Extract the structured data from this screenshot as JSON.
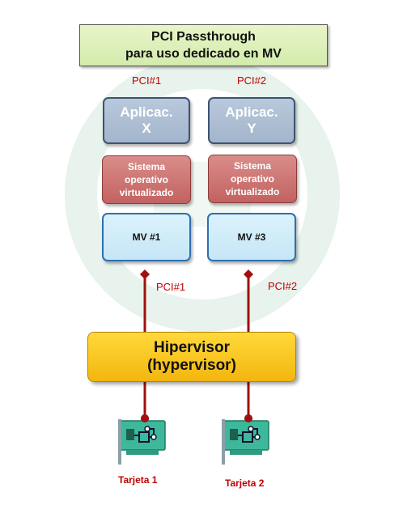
{
  "title": {
    "line1": "PCI Passthrough",
    "line2": "para uso dedicado en MV"
  },
  "columns": [
    {
      "pci_top": "PCI#1",
      "app_line1": "Aplicac.",
      "app_line2": "X",
      "os_line1": "Sistema",
      "os_line2": "operativo",
      "os_line3": "virtualizado",
      "vm": "MV #1",
      "pci_link": "PCI#1"
    },
    {
      "pci_top": "PCI#2",
      "app_line1": "Aplicac.",
      "app_line2": "Y",
      "os_line1": "Sistema",
      "os_line2": "operativo",
      "os_line3": "virtualizado",
      "vm": "MV #3",
      "pci_link": "PCI#2"
    }
  ],
  "hypervisor": {
    "line1": "Hipervisor",
    "line2": "(hypervisor)"
  },
  "cards": [
    {
      "label": "Tarjeta 1"
    },
    {
      "label": "Tarjeta 2"
    }
  ],
  "colors": {
    "link": "#a01010",
    "label": "#c00000",
    "card": "#3db89a"
  },
  "icons": [
    "pci-card-icon"
  ]
}
